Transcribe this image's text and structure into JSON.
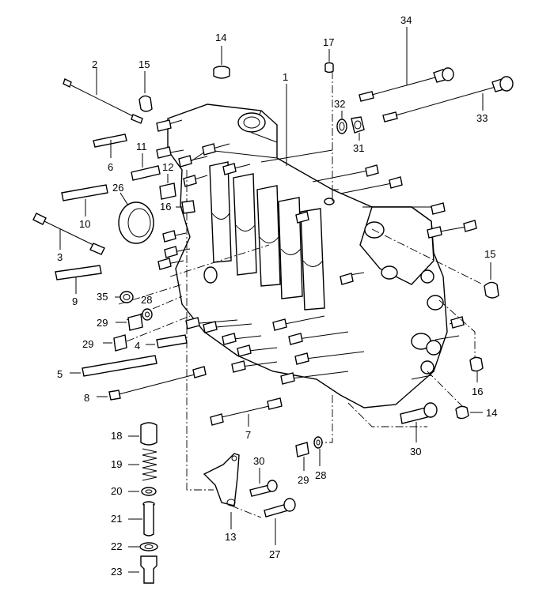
{
  "diagram": {
    "callouts": [
      "1",
      "2",
      "3",
      "4",
      "5",
      "6",
      "7",
      "8",
      "9",
      "10",
      "11",
      "12",
      "13",
      "14",
      "14",
      "14",
      "15",
      "15",
      "16",
      "16",
      "17",
      "18",
      "19",
      "20",
      "21",
      "22",
      "23",
      "26",
      "27",
      "28",
      "28",
      "29",
      "29",
      "29",
      "30",
      "30",
      "31",
      "32",
      "33",
      "34",
      "35"
    ]
  },
  "colors": {
    "line": "#000000",
    "fill": "#ffffff",
    "shade": "#c9c9c9"
  }
}
